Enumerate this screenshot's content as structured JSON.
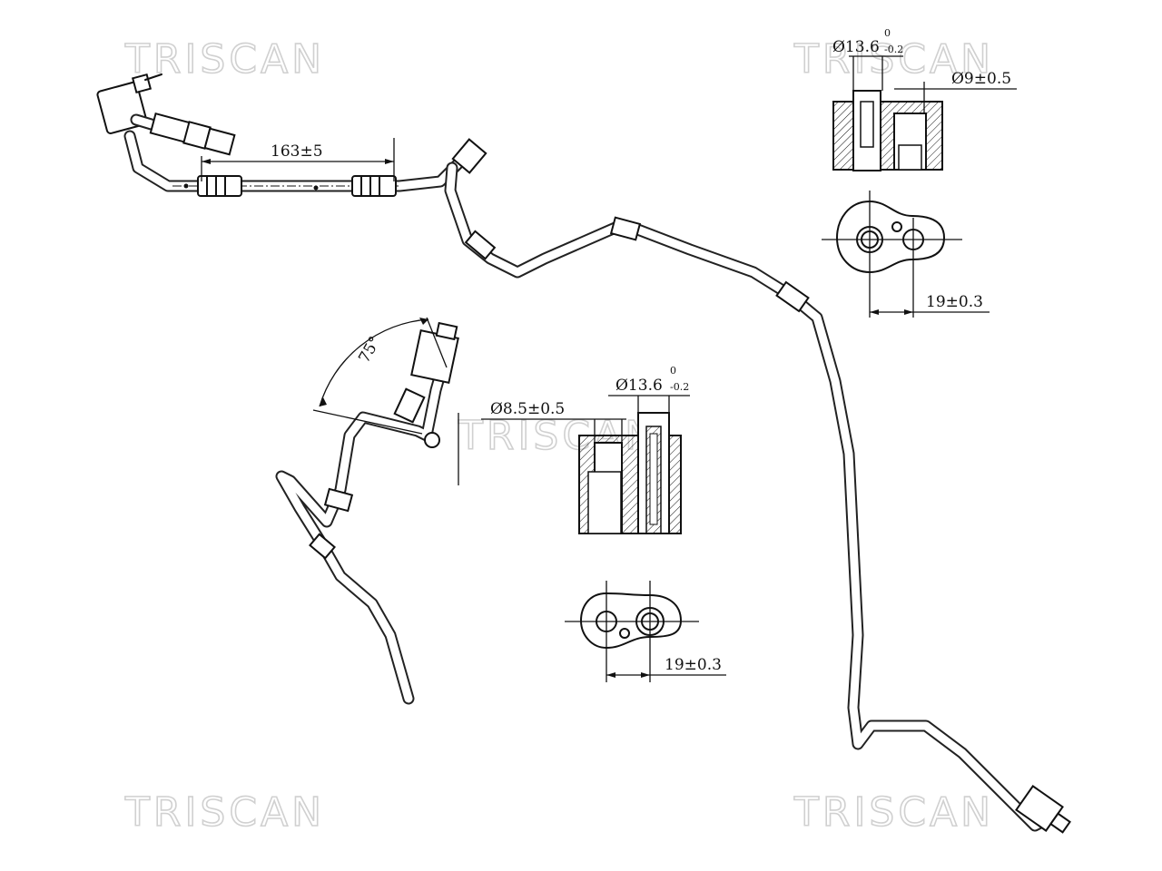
{
  "watermarks": [
    "TRISCAN",
    "TRISCAN",
    "TRISCAN",
    "TRISCAN",
    "TRISCAN"
  ],
  "dimensions": {
    "hose_length": "163±5",
    "angle": "75°",
    "top_right_bore": "Ø13.6",
    "top_right_bore_tol_upper": "0",
    "top_right_bore_tol_lower": "-0.2",
    "top_right_port": "Ø9±0.5",
    "top_right_pitch": "19±0.3",
    "mid_bore": "Ø13.6",
    "mid_bore_tol_upper": "0",
    "mid_bore_tol_lower": "-0.2",
    "mid_port": "Ø8.5±0.5",
    "mid_pitch": "19±0.3"
  }
}
